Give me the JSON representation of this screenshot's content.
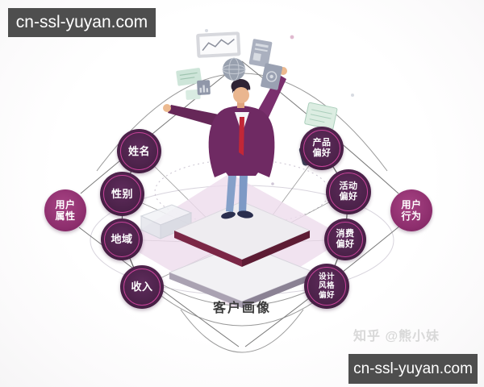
{
  "watermark_top_left": {
    "text": "cn-ssl-yuyan.com"
  },
  "watermark_bottom_right": {
    "text": "cn-ssl-yuyan.com"
  },
  "credit": {
    "text": "知乎 @熊小妹"
  },
  "diagram": {
    "caption": "客户画像",
    "left_hub": {
      "line1": "用户",
      "line2": "属性"
    },
    "right_hub": {
      "line1": "用户",
      "line2": "行为"
    },
    "left_nodes": [
      {
        "label": "姓名"
      },
      {
        "label": "性别"
      },
      {
        "label": "地域"
      },
      {
        "label": "收入"
      }
    ],
    "right_nodes": [
      {
        "line1": "产品",
        "line2": "偏好"
      },
      {
        "line1": "活动",
        "line2": "偏好"
      },
      {
        "line1": "消费",
        "line2": "偏好"
      },
      {
        "line1": "设计",
        "line2": "风格",
        "line3": "偏好"
      }
    ],
    "center_icons": [
      "line-chart-card",
      "globe",
      "document-card",
      "target-document-card",
      "green-note-cards",
      "bar-chart-doc",
      "green-wireframe-card",
      "dark-bank-card",
      "wireframe-box"
    ],
    "colors": {
      "node_fill": "#4a2148",
      "node_ring": "#c8439a",
      "hub_fill": "#8d2e6d",
      "connector": "#8a8a8a",
      "arc": "#9a9a9a",
      "jacket": "#6f2a63",
      "tie": "#c22737",
      "jeans": "#85a0c9",
      "platform_edge": "#7b2746",
      "watermark_bg": "#4e4e4e",
      "credit_color": "#d8d8d8"
    }
  }
}
